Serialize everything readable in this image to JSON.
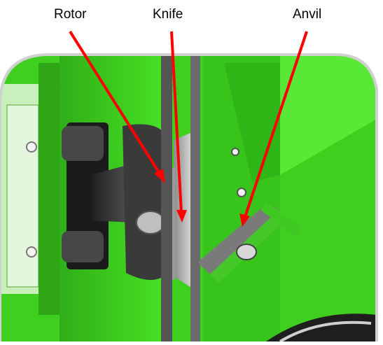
{
  "labels": {
    "rotor": "Rotor",
    "knife": "Knife",
    "anvil": "Anvil"
  },
  "colors": {
    "green_main": "#3bd71b",
    "green_dark": "#239a12",
    "green_light": "#7ef05a",
    "grey_dark": "#2b2b2b",
    "grey_mid": "#6d6d6d",
    "grey_light": "#b8b8b8",
    "arrow": "#ff0000"
  },
  "icons": [
    "arrow-pointer"
  ]
}
